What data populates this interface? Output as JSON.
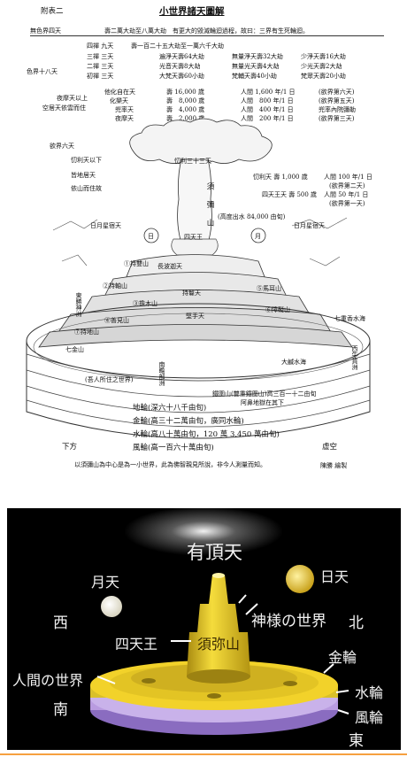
{
  "top": {
    "appendix_label": "附表二",
    "title": "小世界諸天圖解",
    "header_formless": "無色界四天",
    "header_formless_text": "壽二萬大劫至八萬大劫　有更大的毀滅輪迴過程，故曰：三界有生死輪迴。",
    "form_realm_label": "色界十八天",
    "dhyana_rows": [
      {
        "name": "四禪 九天",
        "a": "壽一百二十五大劫至一萬六千大劫"
      },
      {
        "name": "三禪 三天",
        "a": "遍淨天壽64大劫",
        "b": "無量淨天壽32大劫",
        "c": "少淨天壽16大劫"
      },
      {
        "name": "二禪 三天",
        "a": "光音天壽8大劫",
        "b": "無量光天壽4大劫",
        "c": "少光天壽2大劫"
      },
      {
        "name": "初禪 三天",
        "a": "大梵天壽60小劫",
        "b": "梵輔天壽40小劫",
        "c": "梵眾天壽20小劫"
      }
    ],
    "desire_rows": [
      {
        "name": "他化自在天",
        "life": "壽 16,000 歲",
        "day": "人間 1,600 年/1 日",
        "note": "(欲界第六天)"
      },
      {
        "name": "化樂天",
        "life": "壽　8,000 歲",
        "day": "人間　800 年/1 日",
        "note": "(欲界第五天)"
      },
      {
        "name": "兜率天",
        "life": "壽　4,000 歲",
        "day": "人間　400 年/1 日",
        "note": "兜率內院彌勒"
      },
      {
        "name": "夜摩天",
        "life": "壽　2,000 歲",
        "day": "人間　200 年/1 日",
        "note": "(欲界第三天)"
      }
    ],
    "above_night_label1": "夜摩天以上",
    "above_night_label2": "空居天依雲而住",
    "desire_six_label": "欲界六天",
    "left_notes": [
      "忉利天以下",
      "皆地居天",
      "依山而住故"
    ],
    "trayastrimsa_label": "忉利三十三天",
    "trayastrimsa_life": "忉利天 壽 1,000 歲",
    "trayastrimsa_day": "人間 100 年/1 日",
    "trayastrimsa_note": "(欲界第二天)",
    "four_kings_life": "四天王天 壽 500 歲",
    "four_kings_day": "人間 50 年/1 日",
    "four_kings_note": "(欲界第一天)",
    "sumeru_chars": "須彌山",
    "sumeru_height": "(高度出水 84,000 由旬)",
    "four_kings_label": "四天王",
    "sun_label": "日",
    "moon_label": "月",
    "stars_left": "日月星宿天",
    "stars_right": "日月星宿天",
    "ring_labels": [
      "①持雙山",
      "②持軸山",
      "③擔木山",
      "④善見山",
      "⑤馬耳山",
      "⑥障礙山",
      "⑦持地山",
      "長波迦天",
      "持鬘天",
      "堅手天",
      "七金山"
    ],
    "continent_east": "東勝神洲",
    "continent_west": "西牛貨洲",
    "continent_south": "南瞻部洲",
    "seven_gold_sea": "七金山",
    "seven_gold_sea_right": "七重香水海",
    "great_salt_sea": "大鹹水海",
    "human_label": "(吾人所住之世界)",
    "iron_ring": "鐵圍山(雙重鐵圍山)高三百一十二由旬",
    "iron_ring2": "阿鼻地獄在其下",
    "layers": [
      "地輪(深六十八千由旬)",
      "金輪(高三十二萬由旬，廣同水輪)",
      "水輪(高八十萬由旬，120 萬 3,450 萬由旬)",
      "風輪(高一百六十萬由旬)"
    ],
    "below_label": "下方",
    "void_label": "虛空",
    "footer": "以須彌山為中心是為一小世界，此為佛智親見所說，非今人測量而知。",
    "signature": "陳勝 繪製"
  },
  "bottom": {
    "top_heaven": "有頂天",
    "moon_heaven": "月天",
    "sun_heaven": "日天",
    "west": "西",
    "north": "北",
    "gods_world": "神様の世界",
    "four_kings": "四天王",
    "mount_sumeru": "須弥山",
    "gold_wheel": "金輪",
    "human_world": "人間の世界",
    "water_wheel": "水輪",
    "south": "南",
    "wind_wheel": "風輪",
    "east": "東"
  },
  "colors": {
    "gold": "#f2d22a",
    "gold_dark": "#b89a10",
    "purple": "#b99be0",
    "moon": "#f4f1df",
    "sun": "#f0d050",
    "separator": "#f6a040"
  }
}
